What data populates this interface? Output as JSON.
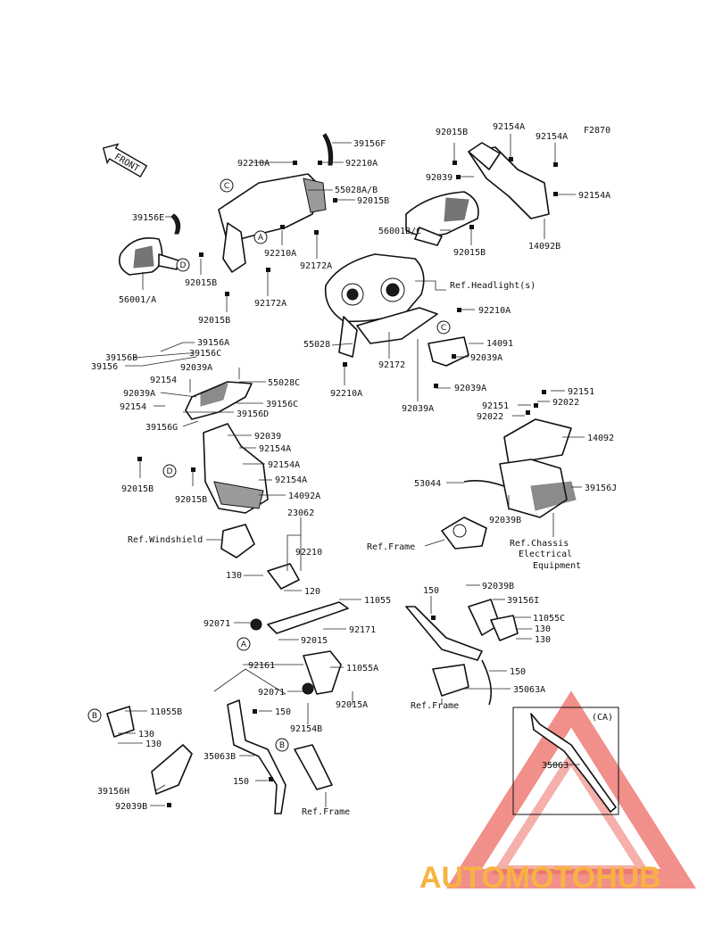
{
  "figure_code": "F2870",
  "front_label": "FRONT",
  "watermark": "AUTOMOTOHUB",
  "callouts": {
    "a": "A",
    "b": "B",
    "c": "C",
    "d": "D"
  },
  "box_label": "(CA)",
  "labels": {
    "p39156F": "39156F",
    "p92210A_1": "92210A",
    "p92210A_2": "92210A",
    "p55028AB": "55028A/B",
    "p92015B_1": "92015B",
    "p39156E": "39156E",
    "p92210A_3": "92210A",
    "p92172A_1": "92172A",
    "p92015B_2": "92015B",
    "p92172A_2": "92172A",
    "p56001A": "56001/A",
    "p92015B_3": "92015B",
    "p92015B_4": "92015B",
    "p92154A_1": "92154A",
    "p92154A_2": "92154A",
    "p92039": "92039",
    "p92154A_3": "92154A",
    "p56001BC": "56001B/C",
    "p92015B_5": "92015B",
    "p14092B": "14092B",
    "p_headlight": "Ref.Headlight(s)",
    "p92210A_4": "92210A",
    "p14091": "14091",
    "p55028": "55028",
    "p92039A_1": "92039A",
    "p92172": "92172",
    "p92210A_5": "92210A",
    "p92039A_2": "92039A",
    "p92039A_3": "92039A",
    "p39156A": "39156A",
    "p39156B": "39156B",
    "p39156C_1": "39156C",
    "p39156": "39156",
    "p92039A_4": "92039A",
    "p92154_1": "92154",
    "p55028C": "55028C",
    "p92039A_5": "92039A",
    "p39156C_2": "39156C",
    "p92154_2": "92154",
    "p39156D": "39156D",
    "p39156G": "39156G",
    "p92039_2": "92039",
    "p92154A_4": "92154A",
    "p92015B_6": "92015B",
    "p92154A_5": "92154A",
    "p92015B_7": "92015B",
    "p92154A_6": "92154A",
    "p14092A": "14092A",
    "p92151_1": "92151",
    "p92151_2": "92151",
    "p92022_1": "92022",
    "p92022_2": "92022",
    "p14092": "14092",
    "p53044": "53044",
    "p39156J": "39156J",
    "p92039B_1": "92039B",
    "p_frame1": "Ref.Frame",
    "p_chassis1": "Ref.Chassis",
    "p_chassis2": "Electrical",
    "p_chassis3": "Equipment",
    "p23062": "23062",
    "p_windshield": "Ref.Windshield",
    "p92210": "92210",
    "p130_1": "130",
    "p120": "120",
    "p11055": "11055",
    "p150_1": "150",
    "p92039B_2": "92039B",
    "p39156I": "39156I",
    "p11055C": "11055C",
    "p130_2": "130",
    "p130_3": "130",
    "p92071_1": "92071",
    "p92171": "92171",
    "p92015": "92015",
    "p92161": "92161",
    "p11055A": "11055A",
    "p150_2": "150",
    "p35063A": "35063A",
    "p92071_2": "92071",
    "p92015A": "92015A",
    "p_frame2": "Ref.Frame",
    "p150_3": "150",
    "p92154B": "92154B",
    "p11055B": "11055B",
    "p130_4": "130",
    "p130_5": "130",
    "p35063B": "35063B",
    "p150_4": "150",
    "p_frame3": "Ref.Frame",
    "p39156H": "39156H",
    "p92039B_3": "92039B",
    "p35063": "35063"
  },
  "colors": {
    "watermark_orange": "#f5a623",
    "watermark_red": "#e8453c",
    "watermark_grey": "#8a8a8a",
    "line": "#111111"
  }
}
